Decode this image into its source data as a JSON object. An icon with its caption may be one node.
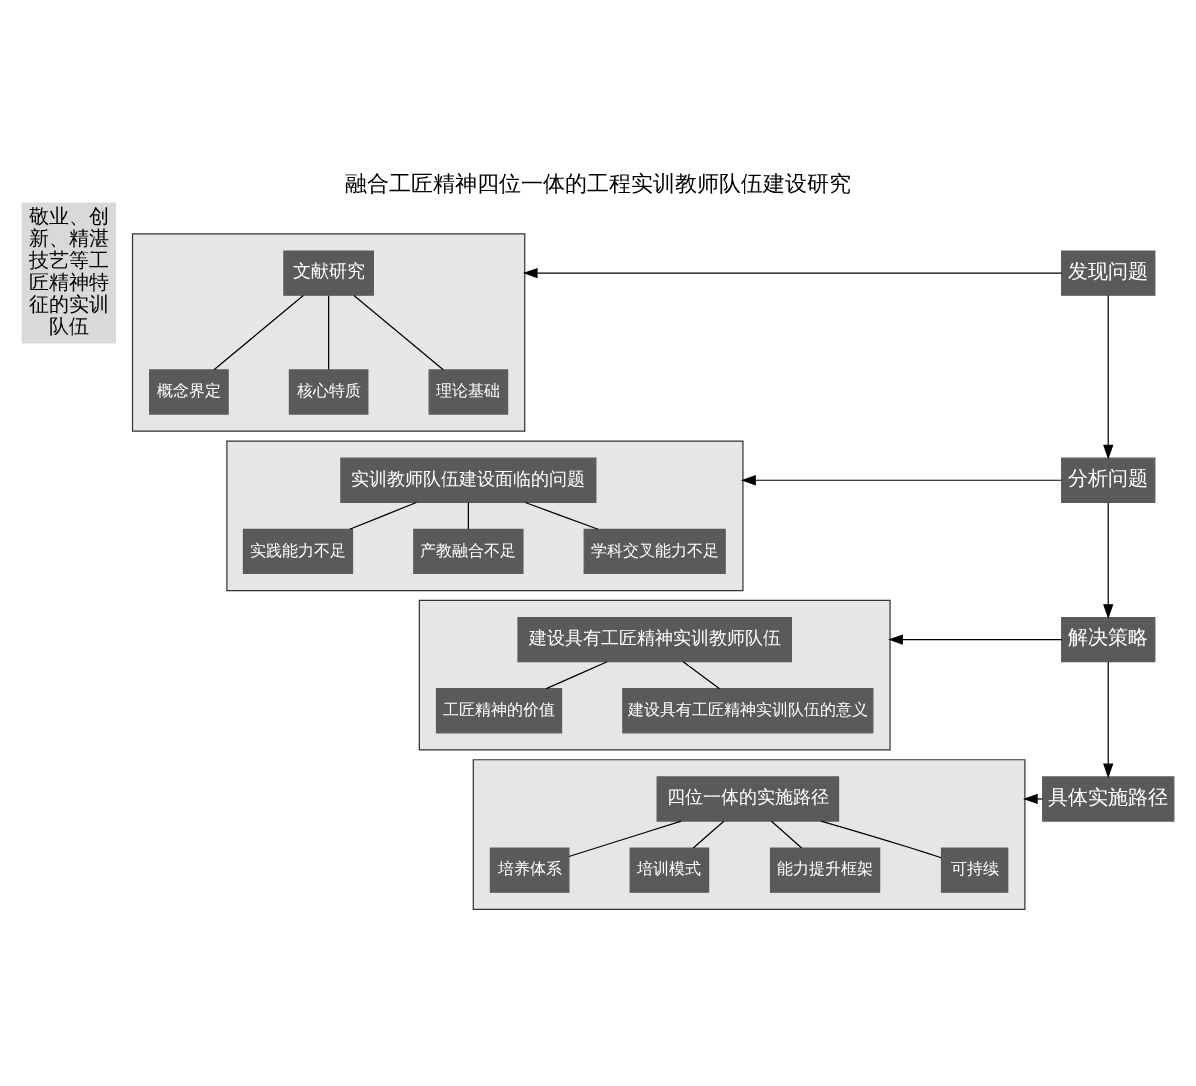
{
  "diagram": {
    "title": "融合工匠精神四位一体的工程实训教师队伍建设研究",
    "nodes": [
      {
        "text": [
          "敬业、创新、精湛技艺等工匠精神特征的实训队伍"
        ]
      },
      {
        "text": [],
        "shape": "box"
      },
      {
        "text": [
          "文献研究"
        ],
        "in": 1
      },
      {
        "text": [
          "概念界定"
        ],
        "in": 1
      },
      {
        "text": [
          "核心特质"
        ],
        "in": 1
      },
      {
        "text": [
          "理论基础"
        ],
        "in": 1
      },
      {
        "text": [],
        "shape": "box"
      },
      {
        "text": [
          "实训教师队伍建设面临的问题"
        ],
        "in": 6
      },
      {
        "text": [
          "实践能力不足"
        ],
        "in": 6
      },
      {
        "text": [
          "产教融合不足"
        ],
        "in": 6
      },
      {
        "text": [
          "学科交叉能力不足"
        ],
        "in": 6
      },
      {
        "text": [],
        "shape": "box"
      },
      {
        "text": [
          "建设具有工匠精神实训教师队伍"
        ],
        "in": 11
      },
      {
        "text": [
          "工匠精神的价值"
        ],
        "in": 11
      },
      {
        "text": [
          "建设具有工匠精神实训队伍的意义"
        ],
        "in": 11
      },
      {
        "text": [],
        "shape": "box"
      },
      {
        "text": [
          "四位一体的实施路径"
        ],
        "in": 15
      },
      {
        "text": [
          "培养体系"
        ],
        "in": 15
      },
      {
        "text": [
          "培训模式"
        ],
        "in": 15
      },
      {
        "text": [
          "能力提升框架"
        ],
        "in": 15
      },
      {
        "text": [
          "可持续"
        ],
        "in": 15
      },
      {
        "text": [
          "发现问题"
        ]
      },
      {
        "text": [
          "分析问题"
        ]
      },
      {
        "text": [
          "解决策略"
        ]
      },
      {
        "text": [
          "具体实施路径"
        ]
      }
    ],
    "edges": [
      {
        "from": 2,
        "to": 3,
        "arrow": "none"
      },
      {
        "from": 2,
        "to": 4,
        "arrow": "none"
      },
      {
        "from": 2,
        "to": 5,
        "arrow": "none"
      },
      {
        "from": 7,
        "to": 8,
        "arrow": "none"
      },
      {
        "from": 7,
        "to": 9,
        "arrow": "none"
      },
      {
        "from": 7,
        "to": 10,
        "arrow": "none"
      },
      {
        "from": 12,
        "to": 13,
        "arrow": "none"
      },
      {
        "from": 12,
        "to": 14,
        "arrow": "none"
      },
      {
        "from": 16,
        "to": 17,
        "arrow": "none"
      },
      {
        "from": 16,
        "to": 18,
        "arrow": "none"
      },
      {
        "from": 16,
        "to": 19,
        "arrow": "none"
      },
      {
        "from": 16,
        "to": 20,
        "arrow": "none"
      },
      {
        "from": 21,
        "to": 1,
        "arrow": "to"
      },
      {
        "from": 22,
        "to": 6,
        "arrow": "to"
      },
      {
        "from": 23,
        "to": 11,
        "arrow": "to"
      },
      {
        "from": 24,
        "to": 15,
        "arrow": "to"
      },
      {
        "from": 21,
        "to": 22,
        "arrow": "to"
      },
      {
        "from": 22,
        "to": 23,
        "arrow": "to"
      },
      {
        "from": 23,
        "to": 24,
        "arrow": "to"
      }
    ]
  }
}
